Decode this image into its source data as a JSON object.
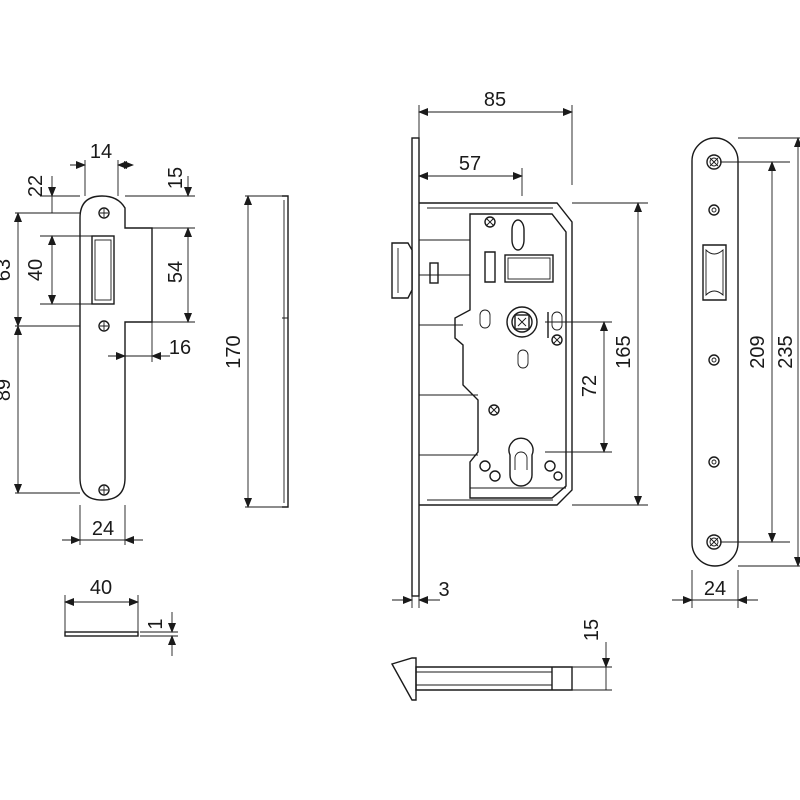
{
  "dimensions": {
    "strike_width_top": "14",
    "strike_top_offset": "22",
    "strike_top_right": "15",
    "strike_upper": "63",
    "strike_slot": "40",
    "strike_lip": "54",
    "strike_lip_depth": "16",
    "strike_lower": "89",
    "strike_width": "24",
    "side_length": "170",
    "bottom_length": "40",
    "bottom_thickness": "1",
    "lock_total_depth": "85",
    "lock_backset": "57",
    "lock_body_height": "165",
    "lock_center_distance": "72",
    "forend_thickness": "3",
    "bolt_height": "15",
    "faceplate_hole_spacing": "209",
    "faceplate_length": "235",
    "faceplate_width": "24"
  }
}
